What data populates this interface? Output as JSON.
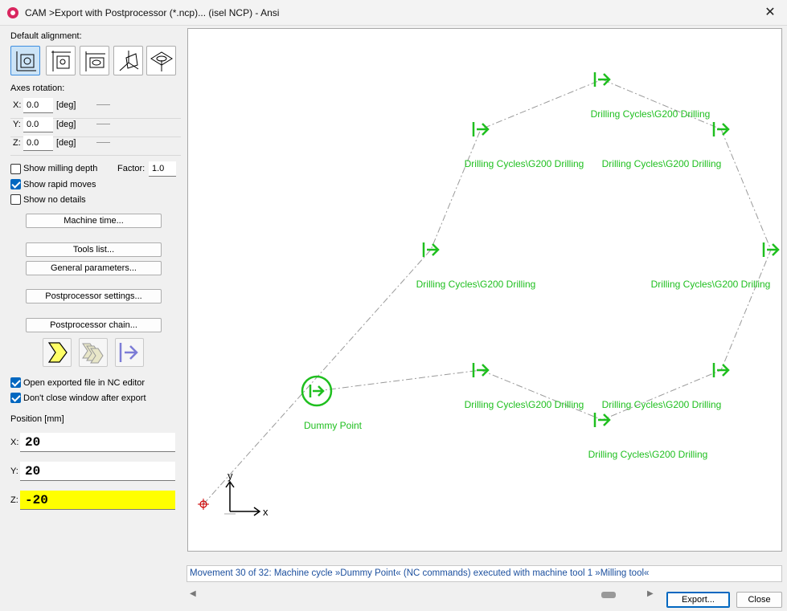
{
  "window": {
    "title": "CAM >Export with Postprocessor (*.ncp)... (isel NCP) - Ansi",
    "close_glyph": "✕"
  },
  "left_panel": {
    "default_alignment_label": "Default alignment:",
    "alignment_buttons": [
      {
        "name": "align-xy-top",
        "active": true
      },
      {
        "name": "align-xy-front",
        "active": false
      },
      {
        "name": "align-xz-front",
        "active": false
      },
      {
        "name": "align-iso-left",
        "active": false
      },
      {
        "name": "align-iso-right",
        "active": false
      }
    ],
    "axes_rotation_label": "Axes rotation:",
    "rotation": [
      {
        "axis": "X:",
        "value": "0.0",
        "unit": "[deg]"
      },
      {
        "axis": "Y:",
        "value": "0.0",
        "unit": "[deg]"
      },
      {
        "axis": "Z:",
        "value": "0.0",
        "unit": "[deg]"
      }
    ],
    "show_milling_depth": {
      "label": "Show milling depth",
      "checked": false
    },
    "factor": {
      "label": "Factor:",
      "value": "1.0"
    },
    "show_rapid_moves": {
      "label": "Show rapid moves",
      "checked": true
    },
    "show_no_details": {
      "label": "Show no details",
      "checked": false
    },
    "buttons": {
      "machine_time": "Machine time...",
      "tools_list": "Tools list...",
      "general_parameters": "General parameters...",
      "postprocessor_settings": "Postprocessor settings...",
      "postprocessor_chain": "Postprocessor chain..."
    },
    "open_exported": {
      "label": "Open exported file in NC editor",
      "checked": true
    },
    "dont_close": {
      "label": "Don't close window after export",
      "checked": true
    },
    "position": {
      "label": "Position [mm]",
      "x_label": "X:",
      "x": "20",
      "y_label": "Y:",
      "y": "20",
      "z_label": "Z:",
      "z": "-20"
    }
  },
  "canvas": {
    "colors": {
      "cycle": "#1fbf1f",
      "path": "#9a9a9a",
      "origin": "#cc0000"
    },
    "axis_x_label": "x",
    "axis_y_label": "y",
    "dummy_label": "Dummy Point",
    "cycles": [
      {
        "label": "Drilling Cycles\\G200 Drilling"
      },
      {
        "label": "Drilling Cycles\\G200 Drilling"
      },
      {
        "label": "Drilling Cycles\\G200 Drilling"
      },
      {
        "label": "Drilling Cycles\\G200 Drilling"
      },
      {
        "label": "Drilling Cycles\\G200 Drilling"
      },
      {
        "label": "Drilling Cycles\\G200 Drilling"
      },
      {
        "label": "Drilling Cycles\\G200 Drilling"
      },
      {
        "label": "Drilling Cycles\\G200 Drilling"
      }
    ]
  },
  "status_text": "Movement 30 of 32: Machine cycle »Dummy Point« (NC commands) executed with machine tool 1 »Milling tool«",
  "footer": {
    "export_label": "Export...",
    "close_label": "Close",
    "scroll_left": "◀",
    "scroll_right": "▶"
  }
}
